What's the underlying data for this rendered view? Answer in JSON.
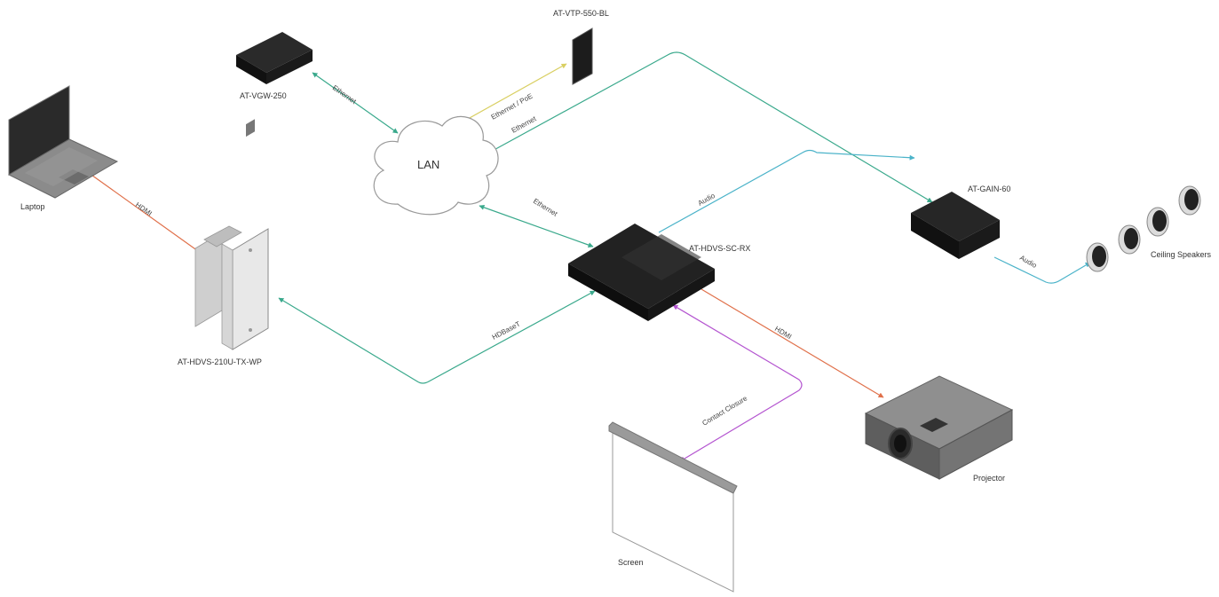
{
  "colors": {
    "ethernet": "#3aa98c",
    "poe": "#d9cf62",
    "audio": "#4bb3c9",
    "hdmi": "#e0704a",
    "hdbaset": "#3aa98c",
    "contact": "#b455d0",
    "device_dark": "#1b1b1b",
    "device_grey": "#8a8a8a"
  },
  "devices": {
    "laptop": "Laptop",
    "vgw": "AT-VGW-250",
    "vtp": "AT-VTP-550-BL",
    "lan": "LAN",
    "gain": "AT-GAIN-60",
    "speakers": "Ceiling Speakers",
    "rx": "AT-HDVS-SC-RX",
    "tx": "AT-HDVS-210U-TX-WP",
    "projector": "Projector",
    "screen": "Screen"
  },
  "connections": {
    "laptop_tx": "HDMI",
    "vgw_lan": "Ethernet",
    "vtp_lan": "Ethernet / PoE",
    "lan_gain": "Ethernet",
    "lan_rx": "Ethernet",
    "rx_gain": "Audio",
    "gain_speakers": "Audio",
    "tx_rx": "HDBaseT",
    "rx_projector": "HDMI",
    "rx_screen": "Contact Closure"
  }
}
